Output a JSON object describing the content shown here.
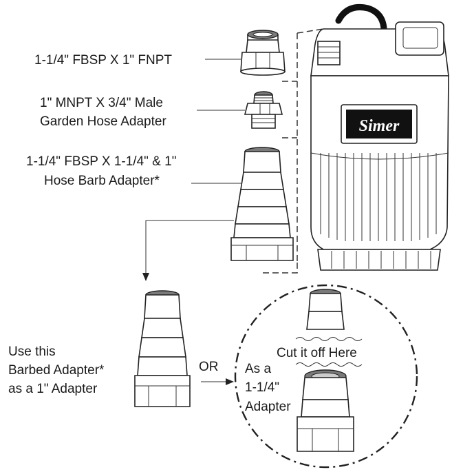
{
  "labels": {
    "fbsp_fnpt": "1-1/4\" FBSP X 1\" FNPT",
    "mnpt_line1": "1\" MNPT X 3/4\" Male",
    "mnpt_line2": "Garden Hose Adapter",
    "barb_line1": "1-1/4\" FBSP X 1-1/4\" & 1\"",
    "barb_line2": "Hose Barb Adapter*",
    "use_line1": "Use this",
    "use_line2": "Barbed Adapter*",
    "use_line3": "as a  1\" Adapter",
    "or": "OR",
    "cut": "Cut it off Here",
    "asa_line1": "As a",
    "asa_line2": "1-1/4\"",
    "asa_line3": "Adapter"
  },
  "logo_text": "Simer",
  "colors": {
    "ink": "#222222",
    "grey_fill": "#7a7a7a",
    "background": "#ffffff"
  }
}
